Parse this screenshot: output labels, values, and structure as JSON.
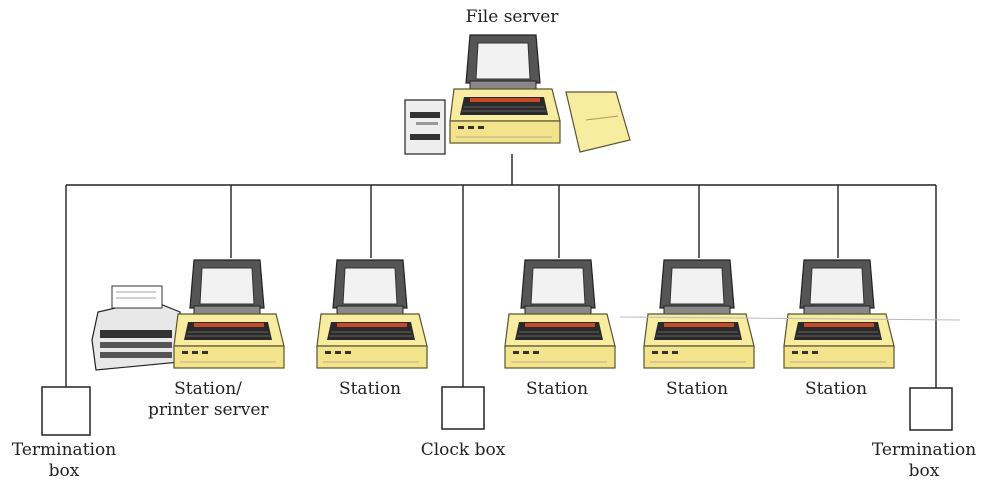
{
  "labels": {
    "file_server": "File server",
    "station_printer_line1": "Station/",
    "station_printer_line2": "printer server",
    "station": "Station",
    "clock_box": "Clock box",
    "termination_line1": "Termination",
    "termination_line2": "box"
  },
  "colors": {
    "line": "#222222",
    "case": "#f7eca0",
    "case_edge": "#5a5530",
    "monitor_frame": "#555555",
    "screen": "#f2f2f2",
    "keys_dark": "#2a2a2a",
    "keys_red": "#c44a2a",
    "disk_unit": "#eeeeee",
    "printer": "#e8e8e8"
  },
  "icons": [
    "computer-icon",
    "monitor-icon",
    "keyboard-icon",
    "disk-drive-icon",
    "printer-icon",
    "box-icon"
  ]
}
